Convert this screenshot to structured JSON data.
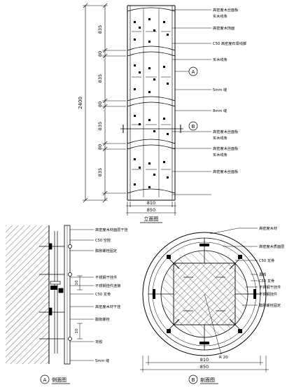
{
  "elevation": {
    "title": "立面图",
    "total_height": "2400",
    "height_dims": [
      "835",
      "80",
      "835",
      "80",
      "835",
      "80",
      "835"
    ],
    "width_inner": "810",
    "width_outer": "850",
    "callouts": [
      "高密度木丝面板",
      "实木线条",
      "高密度木饰面",
      "C50 高密度石膏线脚",
      "实木线条",
      "5mm 缝",
      "8mm 缝",
      "高密度木丝面板",
      "实木线条",
      "高密度木丝面板",
      "实木线条",
      "高密度木丝面板"
    ],
    "section_marker": "A"
  },
  "section_a": {
    "label": "A",
    "title": "侧面图",
    "dims": [
      "10",
      "10"
    ],
    "callouts": [
      "高密度木材面层干挂",
      "C50 空腔",
      "膨胀螺栓固定",
      "不锈钢干挂件",
      "不锈钢挂件连接",
      "C50 龙骨",
      "高密度木材干挂",
      "膨胀螺栓",
      "背胶",
      "5mm 缝"
    ]
  },
  "section_b": {
    "label": "B",
    "title": "剖面图",
    "width_inner": "810",
    "width_outer": "850",
    "radius": "R 20",
    "callouts": [
      "高密度木材",
      "高密度木质面层",
      "C50 龙骨",
      "黑铁",
      "C50 龙骨",
      "不锈钢干挂件",
      "不锈钢挂件",
      "膨胀螺栓固定"
    ]
  }
}
